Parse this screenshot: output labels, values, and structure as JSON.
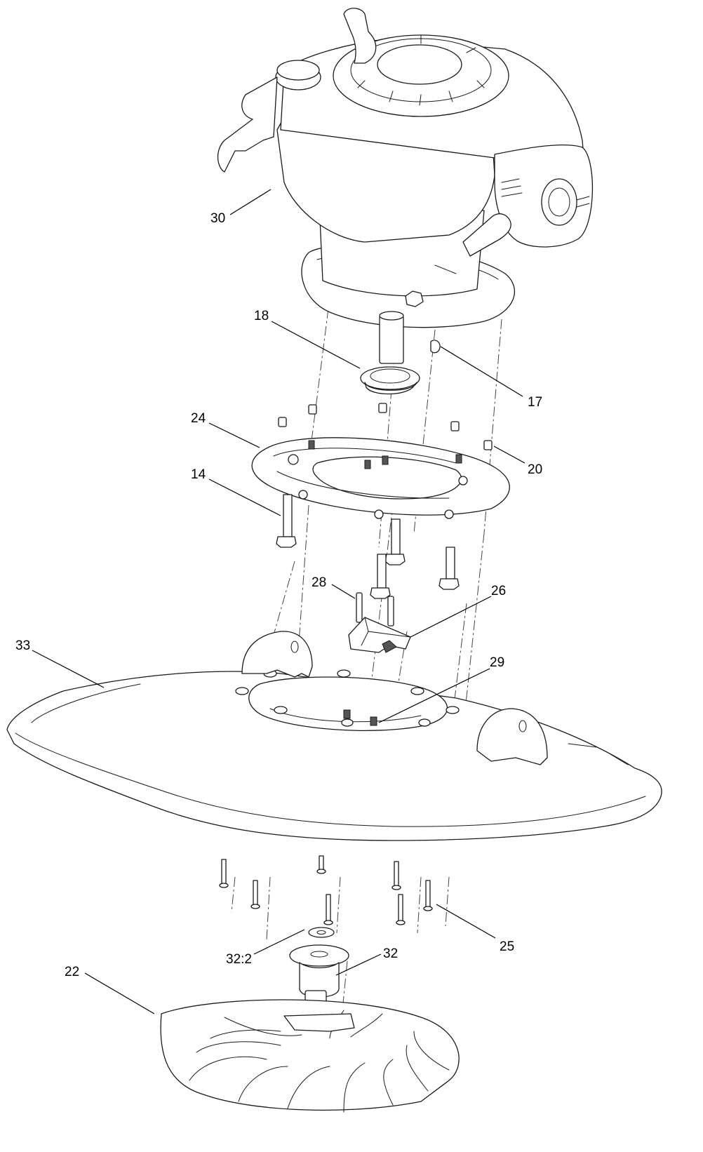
{
  "callouts": {
    "c30": "30",
    "c18": "18",
    "c17": "17",
    "c24": "24",
    "c20": "20",
    "c14": "14",
    "c28": "28",
    "c26": "26",
    "c33": "33",
    "c29": "29",
    "c25": "25",
    "c32_2": "32:2",
    "c32": "32",
    "c22": "22"
  }
}
